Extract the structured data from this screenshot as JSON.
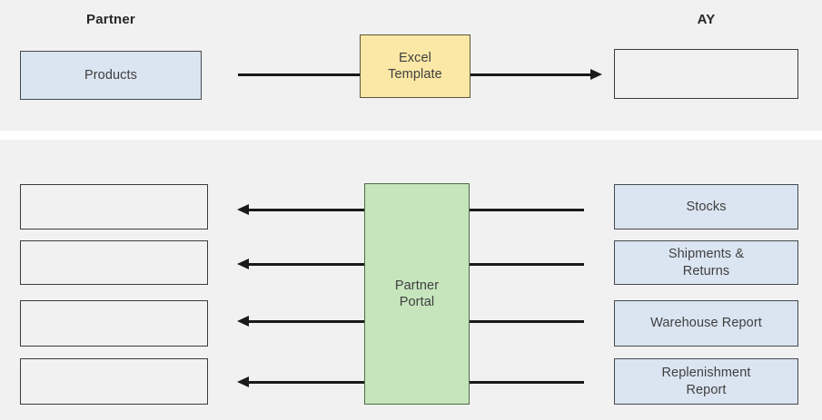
{
  "diagram": {
    "background": "#ffffff",
    "panel_color": "#f1f1f1",
    "colors": {
      "blue_fill": "#dbe5f1",
      "yellow_fill": "#fbe8a6",
      "green_fill": "#c6e5bd",
      "border": "#3b3b3b",
      "line": "#1a1a1a",
      "text": "#3f3f3f",
      "label_text": "#262626"
    }
  },
  "top_section": {
    "left_column_label": "Partner",
    "right_column_label": "AY",
    "partner_box": "Products",
    "process_box": "Excel\nTemplate",
    "process_box_line1": "Excel",
    "process_box_line2": "Template",
    "ay_box": ""
  },
  "bottom_section": {
    "hub_label_line1": "Partner",
    "hub_label_line2": "Portal",
    "left_boxes": [
      {
        "label": ""
      },
      {
        "label": ""
      },
      {
        "label": ""
      },
      {
        "label": ""
      }
    ],
    "right_boxes": [
      {
        "line1": "Stocks",
        "line2": ""
      },
      {
        "line1": "Shipments &",
        "line2": "Returns"
      },
      {
        "line1": "Warehouse Report",
        "line2": ""
      },
      {
        "line1": "Replenishment",
        "line2": "Report"
      }
    ]
  }
}
